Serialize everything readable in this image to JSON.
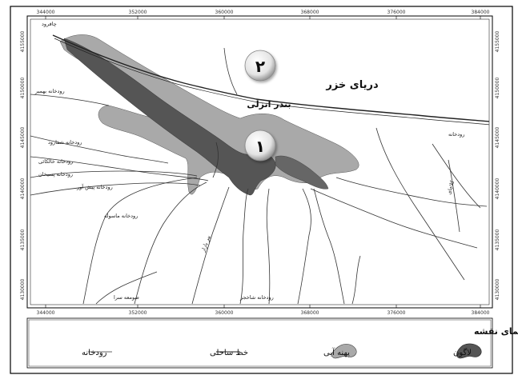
{
  "map": {
    "x_ticks": [
      "344000",
      "352000",
      "360000",
      "368000",
      "376000",
      "384000"
    ],
    "y_ticks": [
      "4155000",
      "4150000",
      "4145000",
      "4140000",
      "4135000",
      "4130000"
    ],
    "sea_label": "دریای خزر",
    "port_label": "بندر انزلی",
    "badges": [
      "۱",
      "۲"
    ],
    "river_labels": [
      "چافرود",
      "رودخانه بهمبر",
      "رودخانه شفارود",
      "رودخانه خالکائی",
      "رودخانه پسیخان",
      "رودخانه پیش آور",
      "رودخانه ماسوله",
      "صومعه سرا",
      "رودخانه شاخجر",
      "پیر بازار",
      "کلاچای",
      "رودخانه"
    ],
    "colors": {
      "lagoon": "#555555",
      "water": "#a9a9a9",
      "river": "#333333",
      "coast": "#222222",
      "frame": "#000000"
    }
  },
  "legend": {
    "title": "راهنمای نقشه",
    "items": [
      {
        "label": "لاگون",
        "icon": "lagoon-swatch-icon"
      },
      {
        "label": "پهنه آبی",
        "icon": "water-swatch-icon"
      },
      {
        "label": "خط ساحلی",
        "icon": "coastline-line-icon"
      },
      {
        "label": "رودخانه",
        "icon": "river-line-icon"
      }
    ]
  }
}
